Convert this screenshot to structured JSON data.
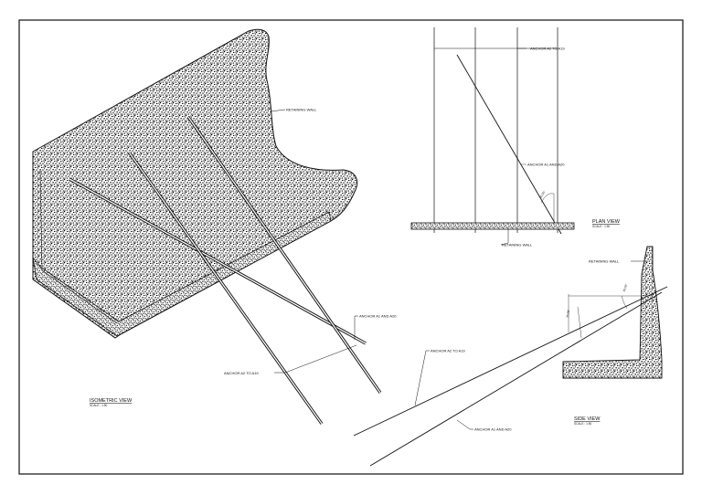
{
  "views": {
    "isometric": {
      "title": "ISOMETRIC VIEW",
      "scale": "SCALE : 1:50"
    },
    "plan": {
      "title": "PLAN VIEW",
      "scale": "SCALE : 1:50"
    },
    "side": {
      "title": "SIDE VIEW",
      "scale": "SCALE : 1:50"
    }
  },
  "callouts": {
    "iso_retaining_wall": "RETAINING WALL",
    "iso_anchor_a1_a20": "ANCHOR A1 AND A20",
    "iso_anchor_a2_a19": "ANCHOR A2 TO A19",
    "plan_anchor_a2_a19": "ANCHOR A2 TO A19",
    "plan_anchor_a1_a20": "ANCHOR A1 AND A20",
    "plan_retaining_wall": "RETAINING WALL",
    "side_retaining_wall": "RETAINING WALL",
    "side_anchor_a2_a19": "ANCHOR A2 TO A19",
    "side_anchor_a1_a20": "ANCHOR A1 AND A20"
  },
  "dimensions": {
    "plan_angle": "30.00°",
    "side_angle_a": "15.00°",
    "side_angle_b": "25.00°"
  },
  "colors": {
    "ink": "#111111",
    "paper": "#ffffff"
  }
}
